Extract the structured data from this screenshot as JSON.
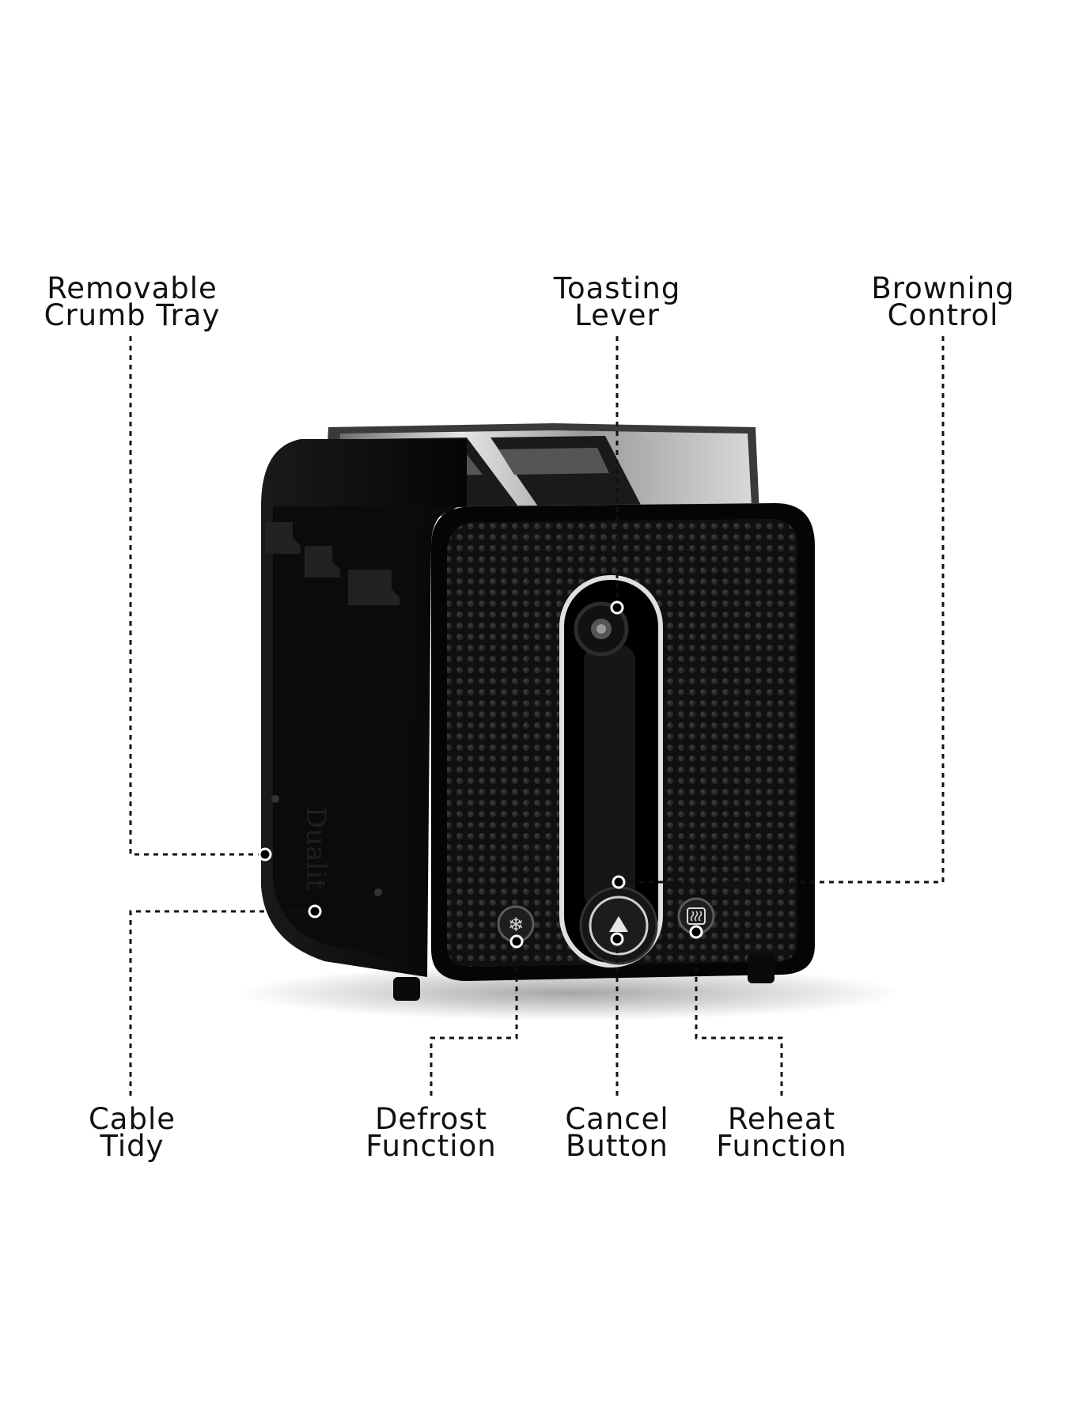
{
  "labels": {
    "crumb_tray": {
      "line1": "Removable",
      "line2": "Crumb Tray"
    },
    "toasting_lever": {
      "line1": "Toasting",
      "line2": "Lever"
    },
    "browning_control": {
      "line1": "Browning",
      "line2": "Control"
    },
    "cable_tidy": {
      "line1": "Cable",
      "line2": "Tidy"
    },
    "defrost": {
      "line1": "Defrost",
      "line2": "Function"
    },
    "cancel": {
      "line1": "Cancel",
      "line2": "Button"
    },
    "reheat": {
      "line1": "Reheat",
      "line2": "Function"
    }
  },
  "product": {
    "brand_embossed": "Dualit",
    "body_color": "#0d0d0d",
    "trim_color": "#c8c8c8",
    "leader_color": "#111111"
  },
  "icons": {
    "defrost": "snowflake-icon",
    "reheat": "steam-toast-icon",
    "cancel": "triangle-up-icon"
  }
}
